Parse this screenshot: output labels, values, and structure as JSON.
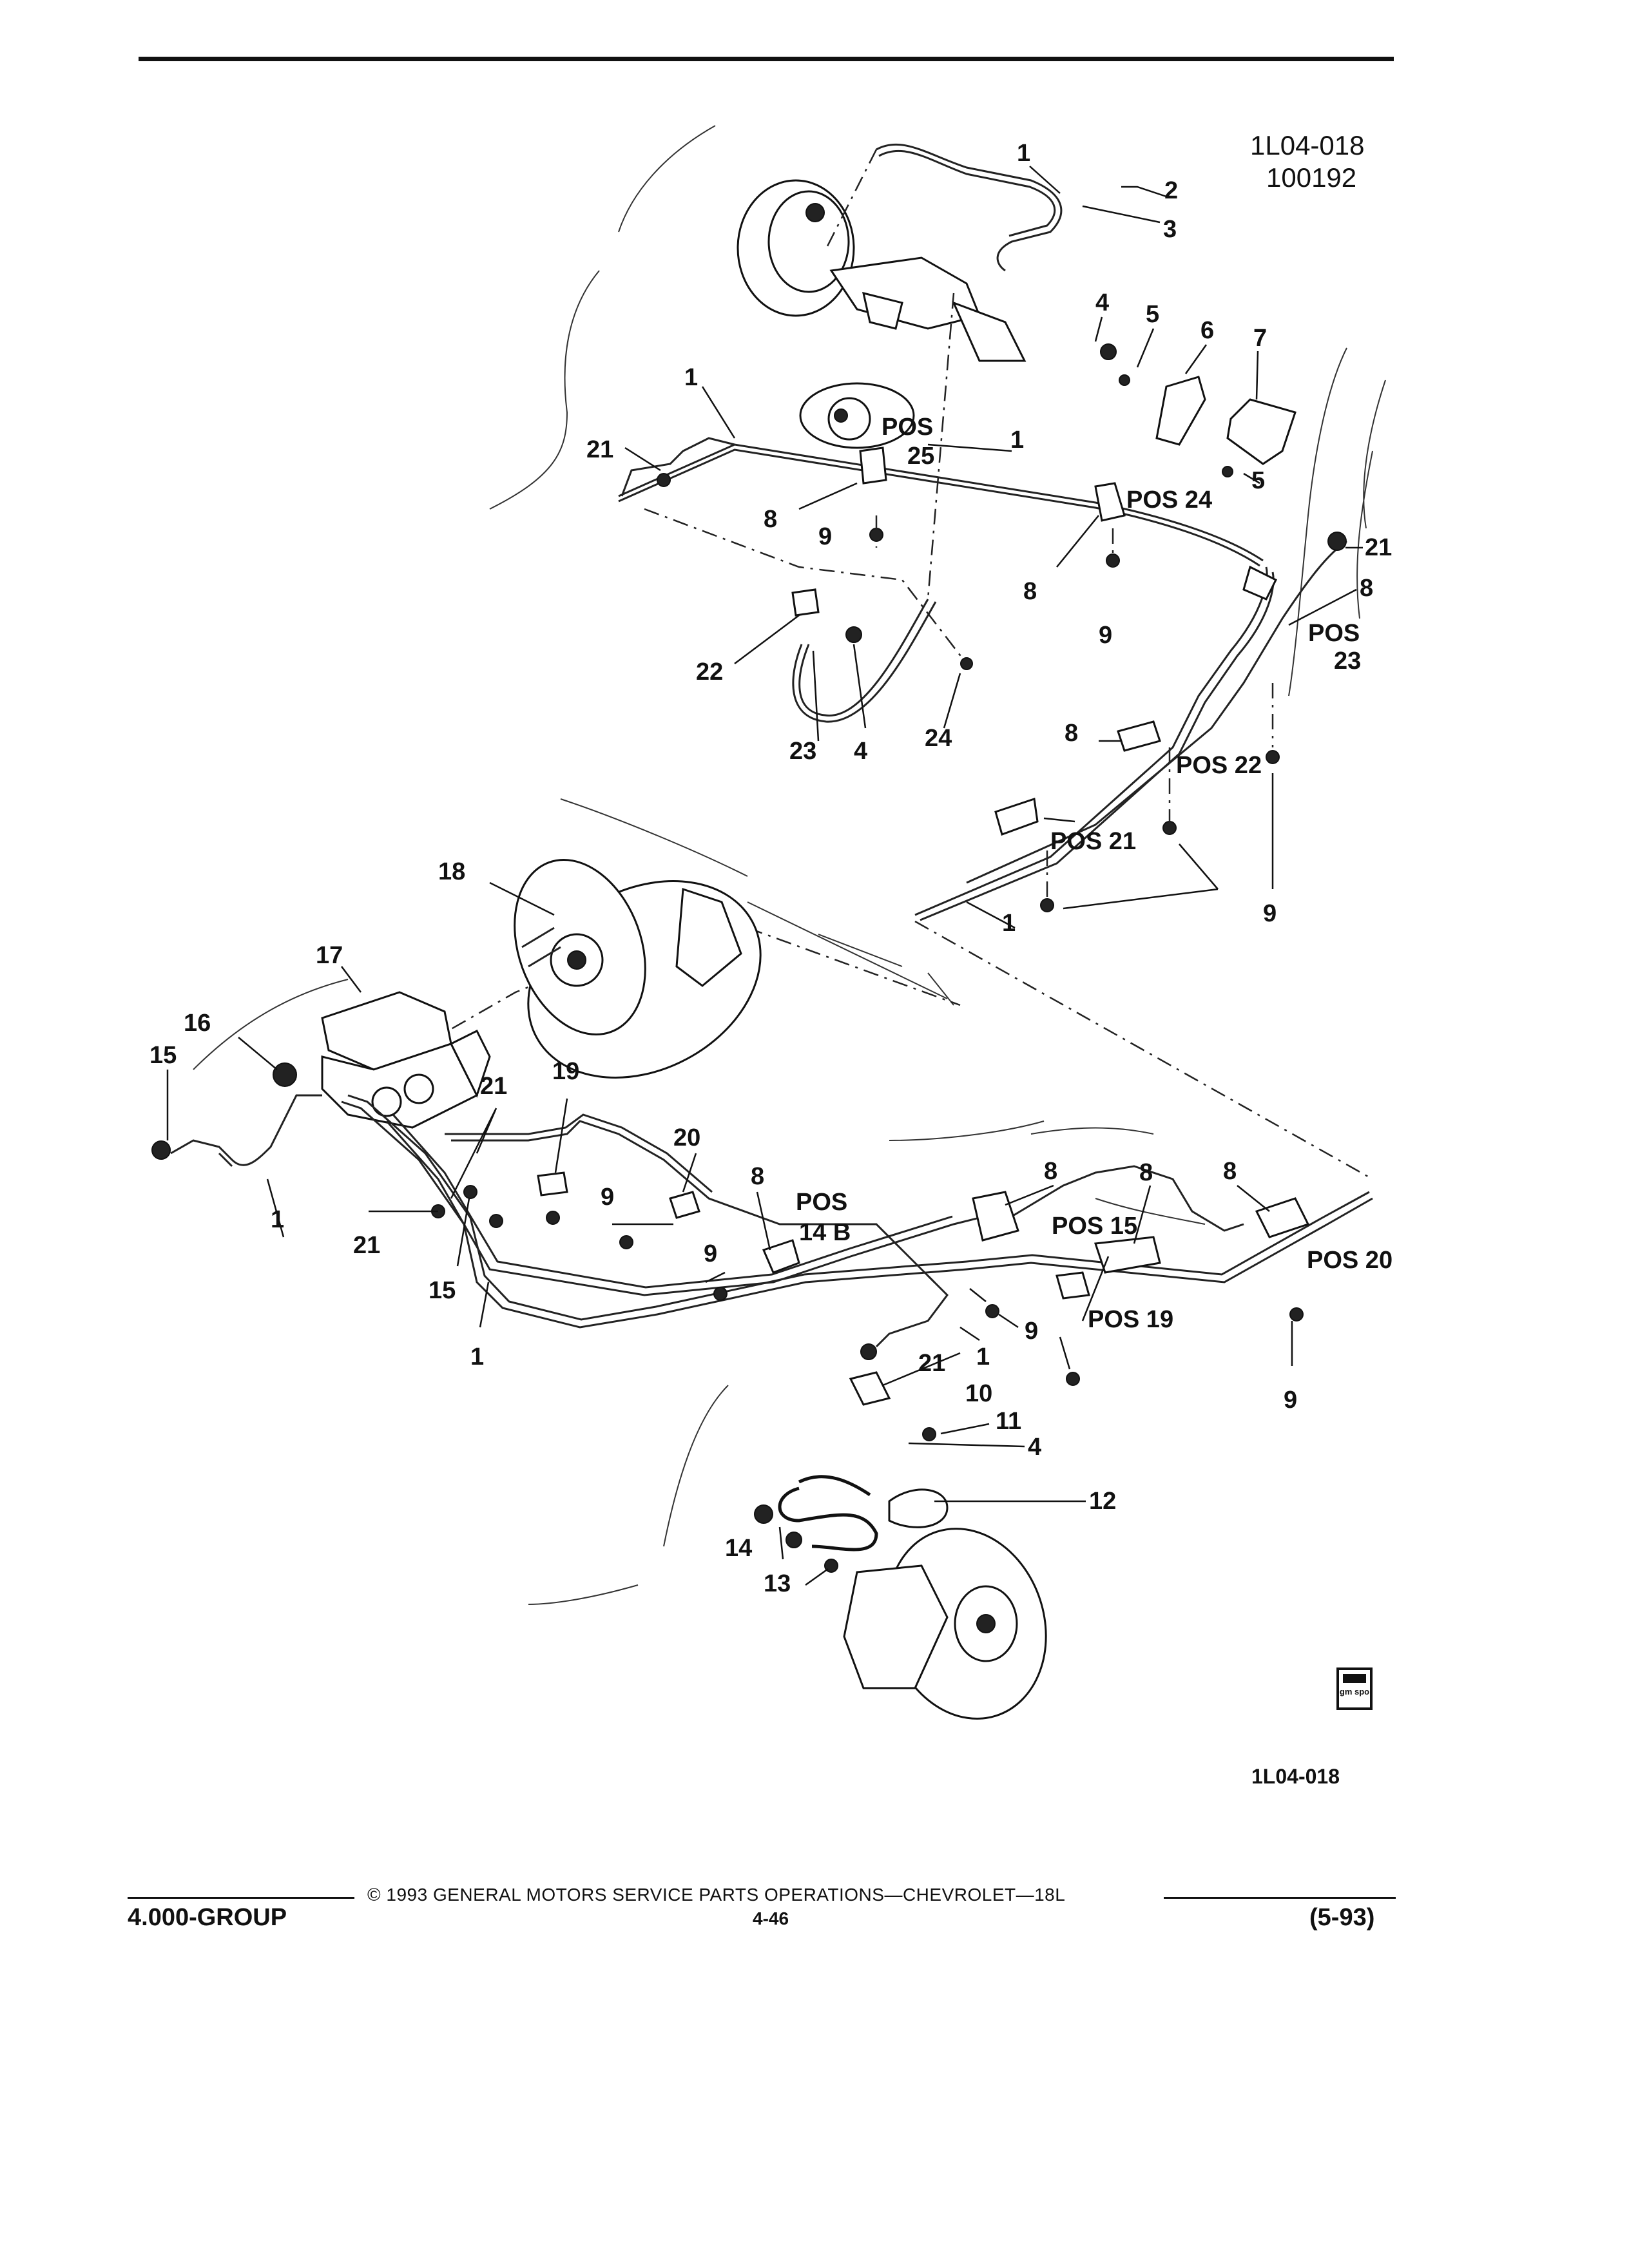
{
  "figure": {
    "id_top": "1L04-018",
    "date_code": "100192",
    "id_bottom": "1L04-018",
    "logo_text": "gm spo"
  },
  "callouts": {
    "n1": "1",
    "n2": "2",
    "n3": "3",
    "n4": "4",
    "n5": "5",
    "n6": "6",
    "n7": "7",
    "n8": "8",
    "n9": "9",
    "n10": "10",
    "n11": "11",
    "n12": "12",
    "n13": "13",
    "n14": "14",
    "n15": "15",
    "n16": "16",
    "n17": "17",
    "n18": "18",
    "n19": "19",
    "n20": "20",
    "n21": "21",
    "n22": "22",
    "n23": "23",
    "n24": "24"
  },
  "positions": {
    "pos25": [
      "POS",
      "25"
    ],
    "pos24": "POS 24",
    "pos23": [
      "POS",
      "23"
    ],
    "pos22": "POS 22",
    "pos21": "POS 21",
    "pos20": "POS 20",
    "pos19": "POS 19",
    "pos15": "POS 15",
    "pos14b": [
      "POS",
      "14 B"
    ]
  },
  "footer": {
    "group": "4.000-GROUP",
    "copyright": "© 1993 GENERAL MOTORS SERVICE PARTS OPERATIONS—CHEVROLET—18L",
    "page": "4-46",
    "revision": "(5-93)"
  }
}
